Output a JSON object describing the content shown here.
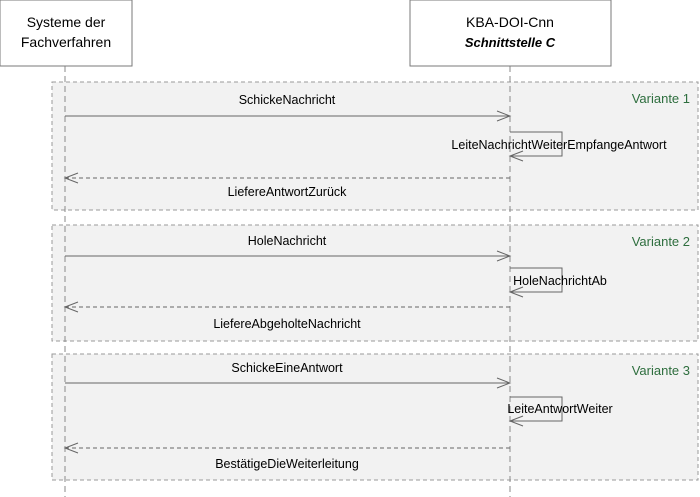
{
  "participants": [
    {
      "line1": "Systeme der",
      "line2": "Fachverfahren"
    },
    {
      "line1": "KBA-DOI-Cnn",
      "line2": "Schnittstelle C"
    }
  ],
  "variants": [
    {
      "label": "Variante 1",
      "request": "SchickeNachricht",
      "self_call": "LeiteNachrichtWeiterEmpfangeAntwort",
      "response": "LiefereAntwortZurück"
    },
    {
      "label": "Variante 2",
      "request": "HoleNachricht",
      "self_call": "HoleNachrichtAb",
      "response": "LiefereAbgeholteNachricht"
    },
    {
      "label": "Variante 3",
      "request": "SchickeEineAntwort",
      "self_call": "LeiteAntwortWeiter",
      "response": "BestätigeDieWeiterleitung"
    }
  ],
  "colors": {
    "frame_fill": "#f2f2f2",
    "frame_border": "#9a9a9a",
    "variant_text": "#2e6e3e",
    "arrow": "#666666"
  }
}
